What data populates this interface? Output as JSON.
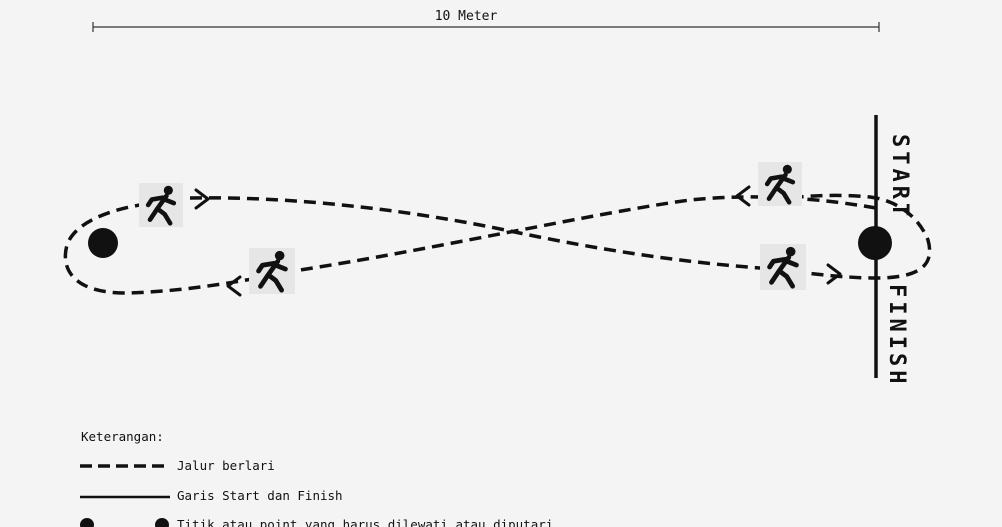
{
  "diagram": {
    "distance_label": "10 Meter",
    "start_label": "START",
    "finish_label": "FINISH",
    "runner_icon": "runner-icon",
    "point_icon": "point-dot-icon",
    "colors": {
      "ink": "#111111",
      "background": "#f4f4f4",
      "icon_background": "#e6e6e6"
    }
  },
  "legend": {
    "title": "Keterangan:",
    "items": [
      {
        "symbol": "dashed-line",
        "label": "Jalur berlari"
      },
      {
        "symbol": "solid-line",
        "label": "Garis Start dan Finish"
      },
      {
        "symbol": "dots",
        "label": "Titik atau point yang harus dilewati atau diputari"
      }
    ]
  }
}
